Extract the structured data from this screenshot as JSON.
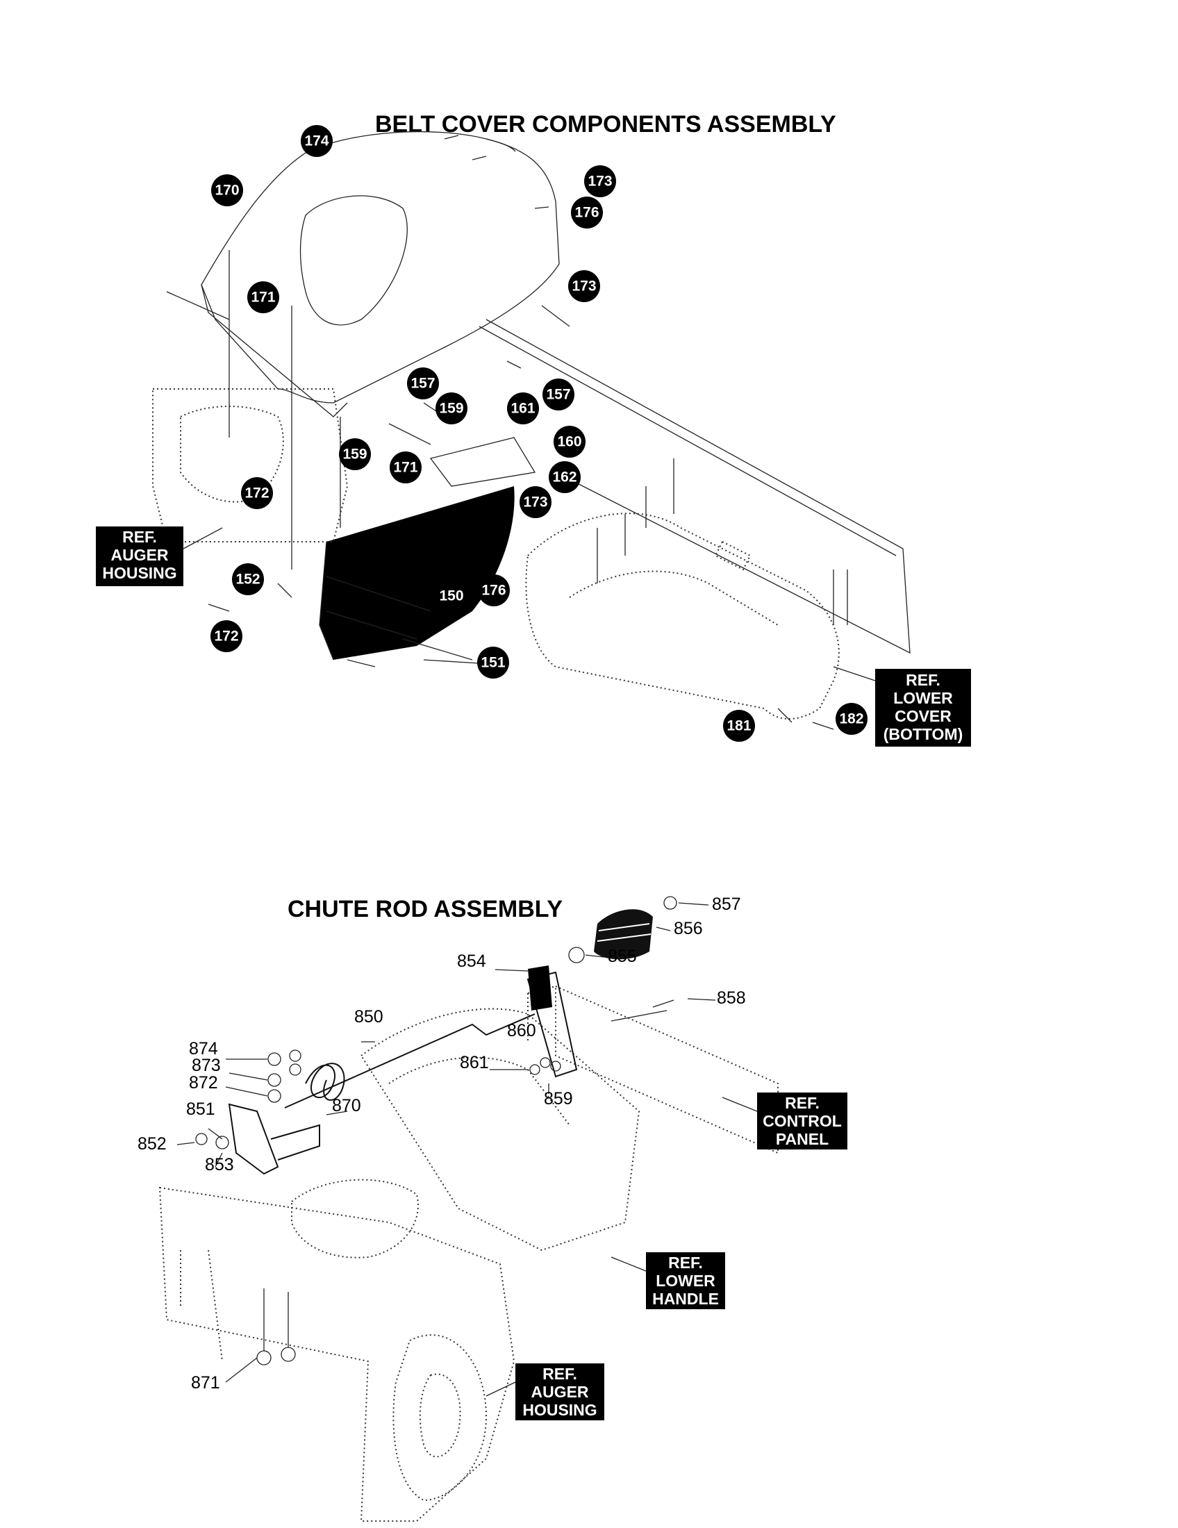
{
  "belt_cover": {
    "title": "BELT COVER COMPONENTS ASSEMBLY",
    "parts": [
      "174",
      "170",
      "173",
      "176",
      "171",
      "173",
      "157",
      "159",
      "161",
      "157",
      "160",
      "162",
      "171",
      "159",
      "172",
      "173",
      "152",
      "150",
      "176",
      "172",
      "151",
      "181",
      "182"
    ],
    "refs": {
      "auger_housing": [
        "REF.",
        "AUGER",
        "HOUSING"
      ],
      "lower_cover": [
        "REF.",
        "LOWER",
        "COVER",
        "(BOTTOM)"
      ]
    }
  },
  "chute_rod": {
    "title": "CHUTE ROD ASSEMBLY",
    "parts": [
      "857",
      "856",
      "855",
      "854",
      "858",
      "850",
      "860",
      "874",
      "873",
      "872",
      "861",
      "859",
      "851",
      "870",
      "852",
      "853",
      "871"
    ],
    "refs": {
      "control_panel": [
        "REF.",
        "CONTROL",
        "PANEL"
      ],
      "lower_handle": [
        "REF.",
        "LOWER",
        "HANDLE"
      ],
      "auger_housing": [
        "REF.",
        "AUGER",
        "HOUSING"
      ]
    }
  }
}
